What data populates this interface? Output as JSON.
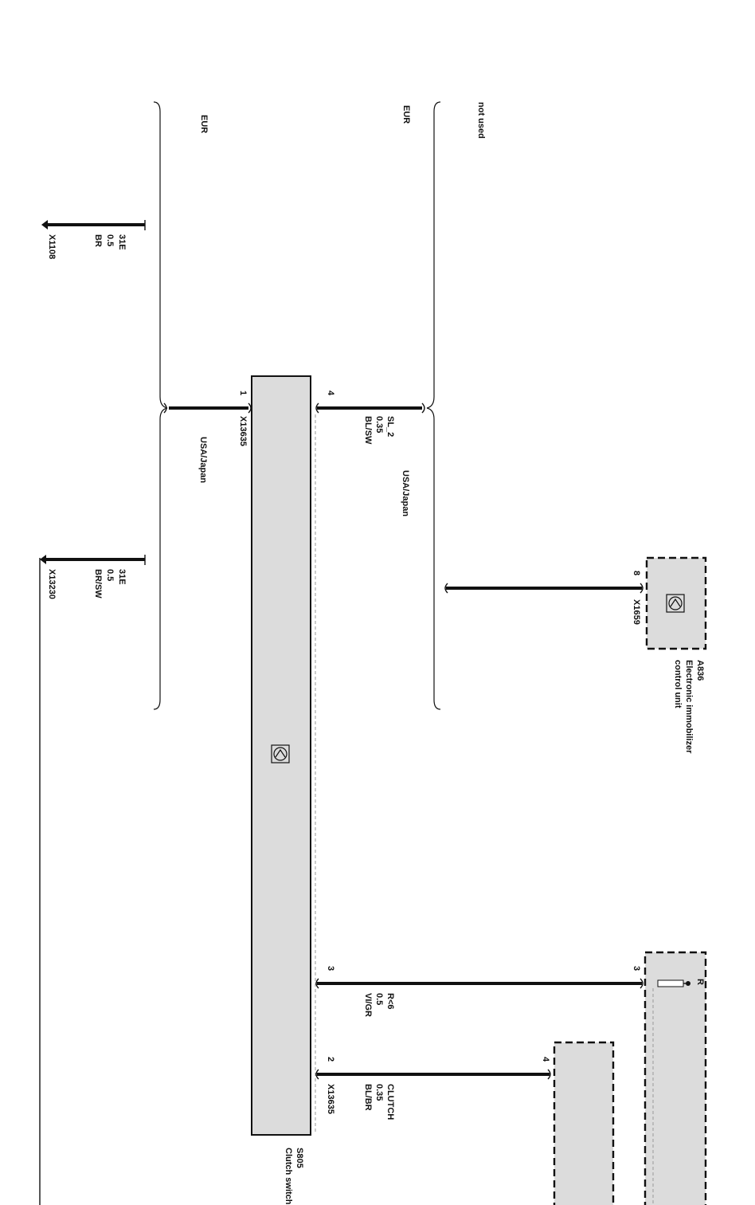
{
  "regions": {
    "left_brace_eur": "EUR",
    "right_brace_eur": "EUR",
    "not_used": "not used",
    "usa_japan_left": "USA/Japan",
    "usa_japan_right": "USA/Japan"
  },
  "grounds": [
    {
      "circuit": "31E",
      "size": "0.5",
      "color": "BR",
      "connector": "X1108"
    },
    {
      "circuit": "31E",
      "size": "0.5",
      "color": "BR/SW",
      "connector": "X13230"
    }
  ],
  "clutch_switch": {
    "id": "S805",
    "name": "Clutch switch",
    "connector_left": "X13635",
    "connector_right": "X13635",
    "pins": {
      "p1": "1",
      "p4": "4",
      "p3": "3",
      "p2": "2"
    }
  },
  "wires": {
    "sl2": {
      "signal": "SL_2",
      "size": "0.35",
      "color": "BL/SW"
    },
    "r6": {
      "signal": "R<6",
      "size": "0.5",
      "color": "VI/GR"
    },
    "clutch": {
      "signal": "CLUTCH",
      "size": "0.35",
      "color": "BL/BR"
    }
  },
  "immobilizer": {
    "id": "A836",
    "line1": "Electronic immobilizer",
    "line2": "control unit",
    "connector": "X1659",
    "pin": "8"
  },
  "bottom_right_unit": {
    "pin": "3",
    "marker": "R"
  },
  "bottom_mid_unit": {
    "pin": "4"
  }
}
